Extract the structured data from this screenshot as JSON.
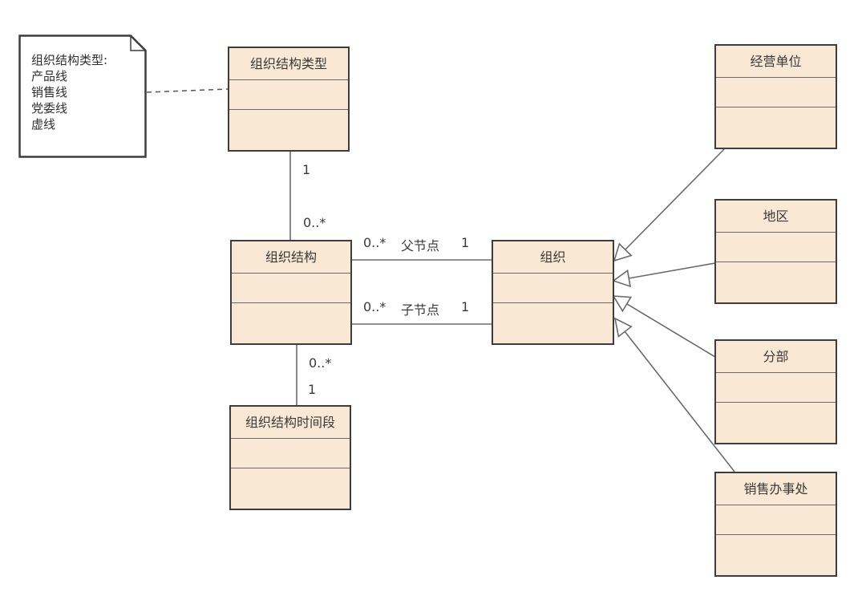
{
  "note": {
    "lines": [
      "组织结构类型:",
      "产品线",
      "销售线",
      "党委线",
      "虚线"
    ]
  },
  "classes": {
    "org_structure_type": "组织结构类型",
    "org_structure": "组织结构",
    "org_structure_period": "组织结构时间段",
    "org": "组织",
    "business_unit": "经营单位",
    "region": "地区",
    "branch": "分部",
    "sales_office": "销售办事处"
  },
  "associations": {
    "type_to_structure": {
      "type_end": "1",
      "structure_end": "0..*"
    },
    "parent": {
      "structure_end": "0..*",
      "role": "父节点",
      "org_end": "1"
    },
    "child": {
      "structure_end": "0..*",
      "role": "子节点",
      "org_end": "1"
    },
    "structure_to_period": {
      "structure_end": "0..*",
      "period_end": "1"
    }
  },
  "colors": {
    "class_fill": "#f8e8d4",
    "border": "#3d3d3d",
    "line": "#6a6a6a"
  }
}
